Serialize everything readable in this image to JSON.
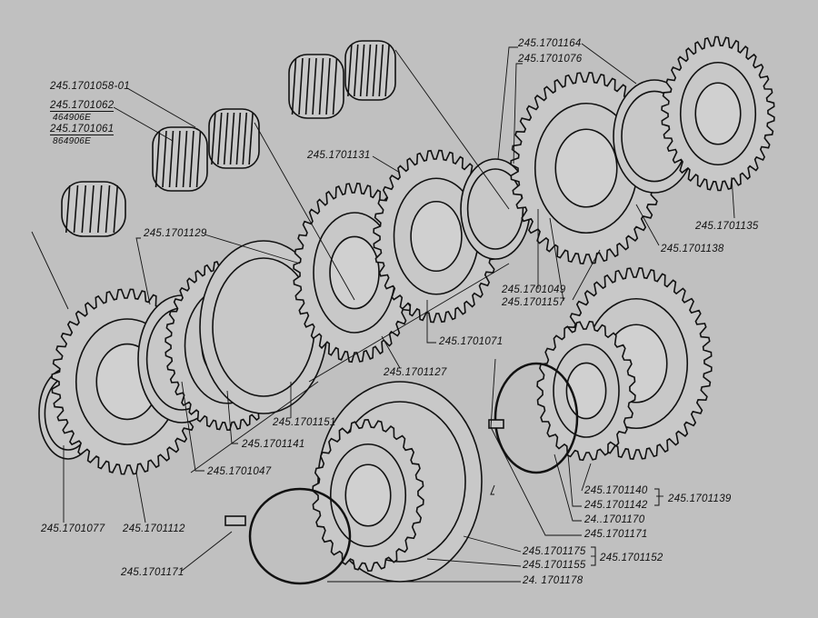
{
  "diagram": {
    "labels": {
      "l1058": "245.1701058-01",
      "l1062": "245.1701062",
      "l1062b": "464906E",
      "l1061": "245.1701061",
      "l1061b": "864906E",
      "l1164": "245.1701164",
      "l1076": "245.1701076",
      "l1131": "245.1701131",
      "l1129": "245.1701129",
      "l1135": "245.1701135",
      "l1138": "245.1701138",
      "l1049": "245.1701049",
      "l1157": "245.1701157",
      "l1071": "245.1701071",
      "l1127": "245.1701127",
      "l1151": "245.1701151",
      "l1141": "245.1701141",
      "l1047": "245.1701047",
      "l1077": "245.1701077",
      "l1112": "245.1701112",
      "l1171a": "245.1701171",
      "l1140": "245.1701140",
      "l1142": "245.1701142",
      "l1139": "245.1701139",
      "l1170": "24..1701170",
      "l1171b": "245.1701171",
      "l1175": "245.1701175",
      "l1155": "245.1701155",
      "l1152": "245.1701152",
      "l1178": "24.  1701178"
    }
  }
}
